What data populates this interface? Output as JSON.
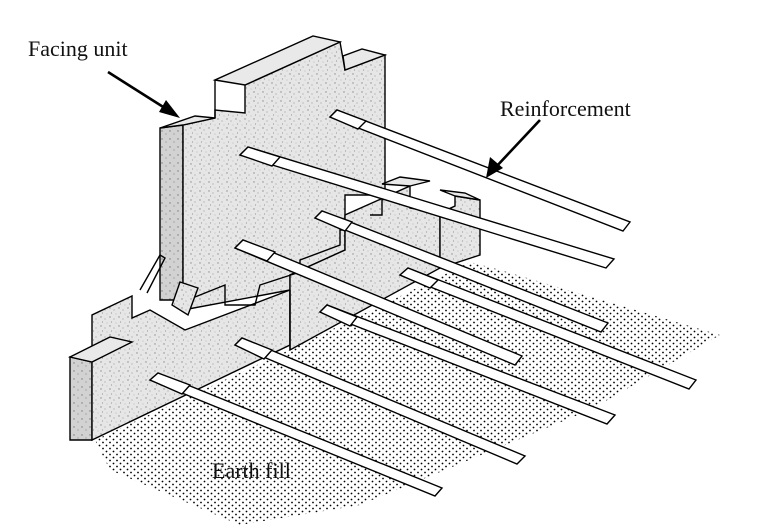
{
  "labels": {
    "facing_unit": "Facing unit",
    "reinforcement": "Reinforcement",
    "earth_fill": "Earth fill"
  },
  "colors": {
    "ink": "#000000",
    "concrete": "#e4e4e4",
    "background": "#ffffff"
  }
}
